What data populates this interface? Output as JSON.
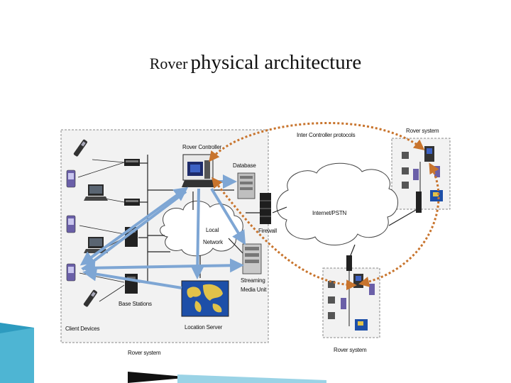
{
  "slide": {
    "title_part1": "Rover",
    "title_part2": "physical architecture"
  },
  "diagram": {
    "rover_controller": "Rover Controller",
    "database": "Database",
    "local_network_line1": "Local",
    "local_network_line2": "Network",
    "internet": "Internet/PSTN",
    "firewall": "Firewall",
    "streaming_line1": "Streaming",
    "streaming_line2": "Media Unit",
    "base_stations": "Base Stations",
    "location_server": "Location Server",
    "client_devices": "Client Devices",
    "rover_system_left": "Rover system",
    "rover_system_right": "Rover system",
    "rover_system_bottom": "Rover system",
    "inter_controller": "Inter Controller protocols"
  },
  "colors": {
    "arrow_blue": "#7ea6d4",
    "arrow_orange": "#c8742d",
    "teal_accent": "#2d9bbf"
  }
}
